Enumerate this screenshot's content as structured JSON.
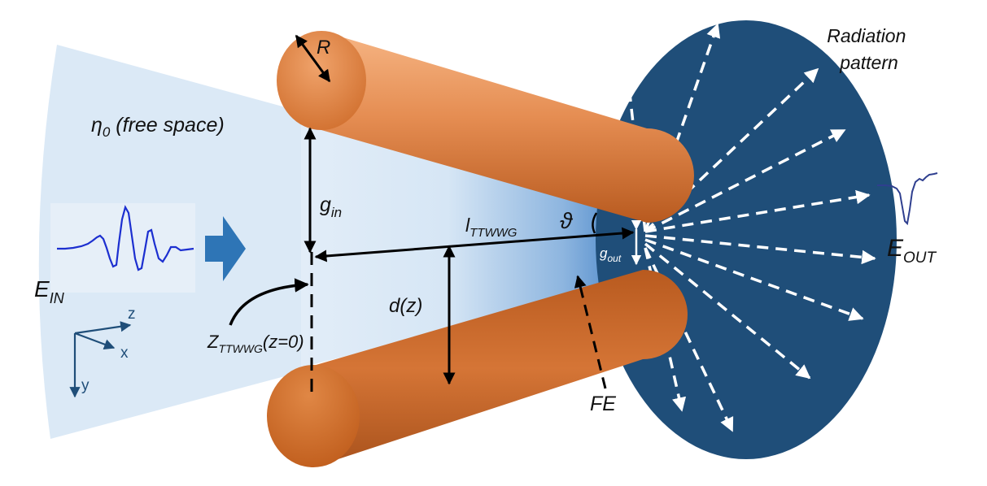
{
  "labels": {
    "radius": "R",
    "radiation_line1": "Radiation",
    "radiation_line2": "pattern",
    "eta_symbol": "η",
    "eta_sub": "0",
    "free_space": " (free space)",
    "g_in_main": "g",
    "g_in_sub": "in",
    "l_main": "l",
    "l_sub": "TTWWG",
    "theta": "ϑ",
    "g_out_main": "g",
    "g_out_sub": "out",
    "e_out_main": "E",
    "e_out_sub": "OUT",
    "e_in_main": "E",
    "e_in_sub": "IN",
    "d_z": "d(z)",
    "z_main": "Z",
    "z_sub": "TTWWG",
    "z_suffix": "(z=0)",
    "fe": "FE",
    "axis_z": "z",
    "axis_x": "x",
    "axis_y": "y"
  },
  "colors": {
    "beam": "#dbe9f6",
    "copper": "#c8692a",
    "disk": "#1f4e79",
    "pulse_in": "#1c2fd0",
    "pulse_out": "#2f3f8f",
    "arrow": "#2e75b6"
  }
}
